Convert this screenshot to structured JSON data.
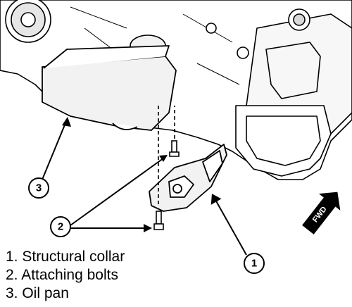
{
  "callouts": [
    {
      "number": "1"
    },
    {
      "number": "2"
    },
    {
      "number": "3"
    }
  ],
  "direction_badge": "FWD",
  "legend": [
    "1. Structural collar",
    "2. Attaching bolts",
    "3. Oil pan"
  ],
  "colors": {
    "line": "#000000",
    "background": "#ffffff",
    "fill_light": "#f2f2f2",
    "fill_mid": "#d9d9d9",
    "fill_dark": "#4a4a4a"
  }
}
